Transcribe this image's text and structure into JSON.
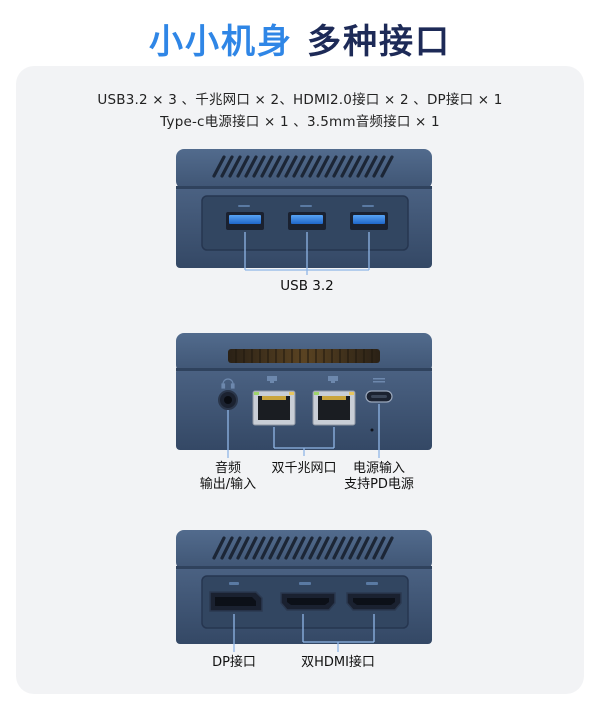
{
  "title": {
    "part1": "小小机身",
    "part2": "多种接口"
  },
  "specs": {
    "line1": "USB3.2 × 3 、千兆网口 × 2、HDMI2.0接口 × 2 、DP接口 × 1",
    "line2": "Type-c电源接口 × 1 、3.5mm音频接口 × 1"
  },
  "labels": {
    "usb": "USB 3.2",
    "audio_l1": "音频",
    "audio_l2": "输出/输入",
    "lan": "双千兆网口",
    "power_l1": "电源输入",
    "power_l2": "支持PD电源",
    "dp": "DP接口",
    "hdmi": "双HDMI接口"
  },
  "colors": {
    "accent": "#2f86e6",
    "title_dark": "#1d2a57",
    "device_body": "#3e5470",
    "device_top": "#4a6182",
    "usb_blue": "#2f7de0",
    "connector_line": "#8fb6e6"
  },
  "icons": [
    "headphone-icon",
    "network-icon",
    "usb-c-icon",
    "displayport-icon",
    "hdmi-icon",
    "usb-icon"
  ]
}
